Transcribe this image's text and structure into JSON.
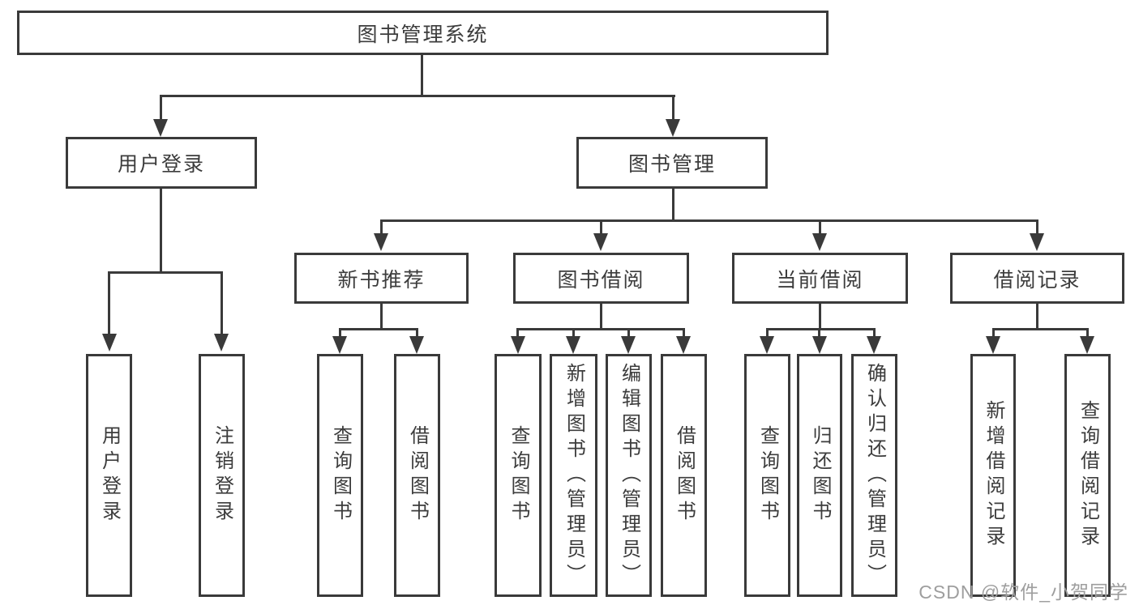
{
  "diagram_type": "hierarchy-diagram",
  "colors": {
    "line": "#3a3a3a",
    "text": "#3c3c3c",
    "watermark": "#9e9e9e",
    "bg": "#ffffff"
  },
  "watermark": "CSDN @软件_小贺同学",
  "tree": {
    "label": "图书管理系统",
    "children": [
      {
        "label": "用户登录",
        "children": [
          {
            "label": "用户登录"
          },
          {
            "label": "注销登录"
          }
        ]
      },
      {
        "label": "图书管理",
        "children": [
          {
            "label": "新书推荐",
            "children": [
              {
                "label": "查询图书"
              },
              {
                "label": "借阅图书"
              }
            ]
          },
          {
            "label": "图书借阅",
            "children": [
              {
                "label": "查询图书"
              },
              {
                "label": "新增图书（管理员）"
              },
              {
                "label": "编辑图书（管理员）"
              },
              {
                "label": "借阅图书"
              }
            ]
          },
          {
            "label": "当前借阅",
            "children": [
              {
                "label": "查询图书"
              },
              {
                "label": "归还图书"
              },
              {
                "label": "确认归还（管理员）"
              }
            ]
          },
          {
            "label": "借阅记录",
            "children": [
              {
                "label": "新增借阅记录"
              },
              {
                "label": "查询借阅记录"
              }
            ]
          }
        ]
      }
    ]
  }
}
